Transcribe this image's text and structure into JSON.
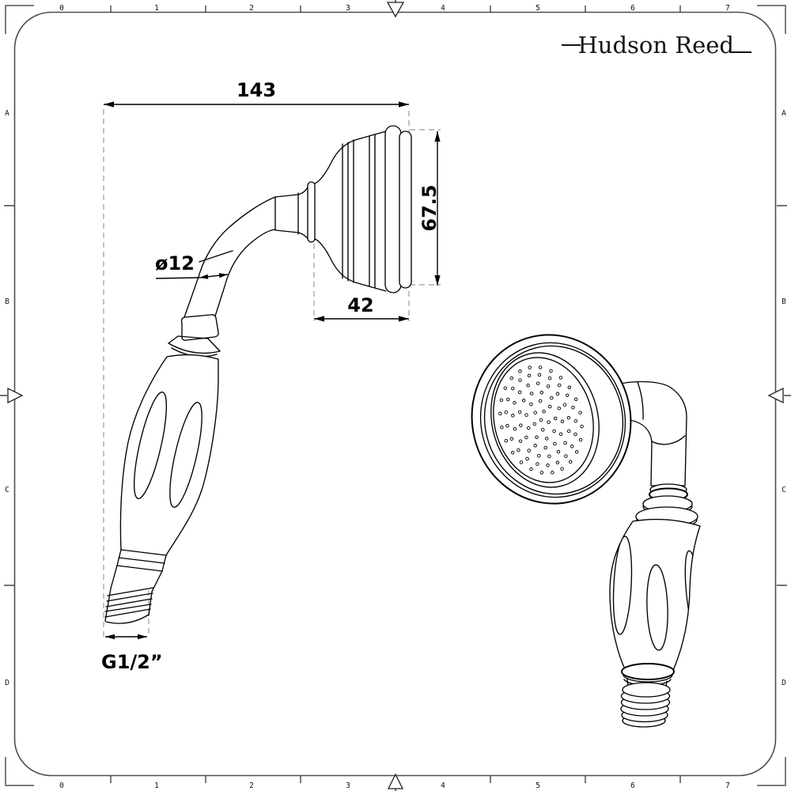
{
  "brand": {
    "logo_text": "Hudson Reed"
  },
  "rulers": {
    "top": [
      "0",
      "1",
      "2",
      "3",
      "4",
      "5",
      "6",
      "7"
    ],
    "bottom": [
      "0",
      "1",
      "2",
      "3",
      "4",
      "5",
      "6",
      "7"
    ],
    "left": [
      "A",
      "B",
      "C",
      "D"
    ],
    "right": [
      "A",
      "B",
      "C",
      "D"
    ]
  },
  "dimensions": {
    "overall_length": "143",
    "head_face_diameter": "67.5",
    "head_depth": "42",
    "handle_pipe_diameter": "ø12",
    "connection_thread": "G1/2”"
  },
  "colors": {
    "drawing_line": "#000000",
    "frame_line": "#4d4d4d",
    "corner_mark": "#7d7d7d",
    "extension_dashed": "#9b9b9b",
    "background": "#ffffff"
  }
}
